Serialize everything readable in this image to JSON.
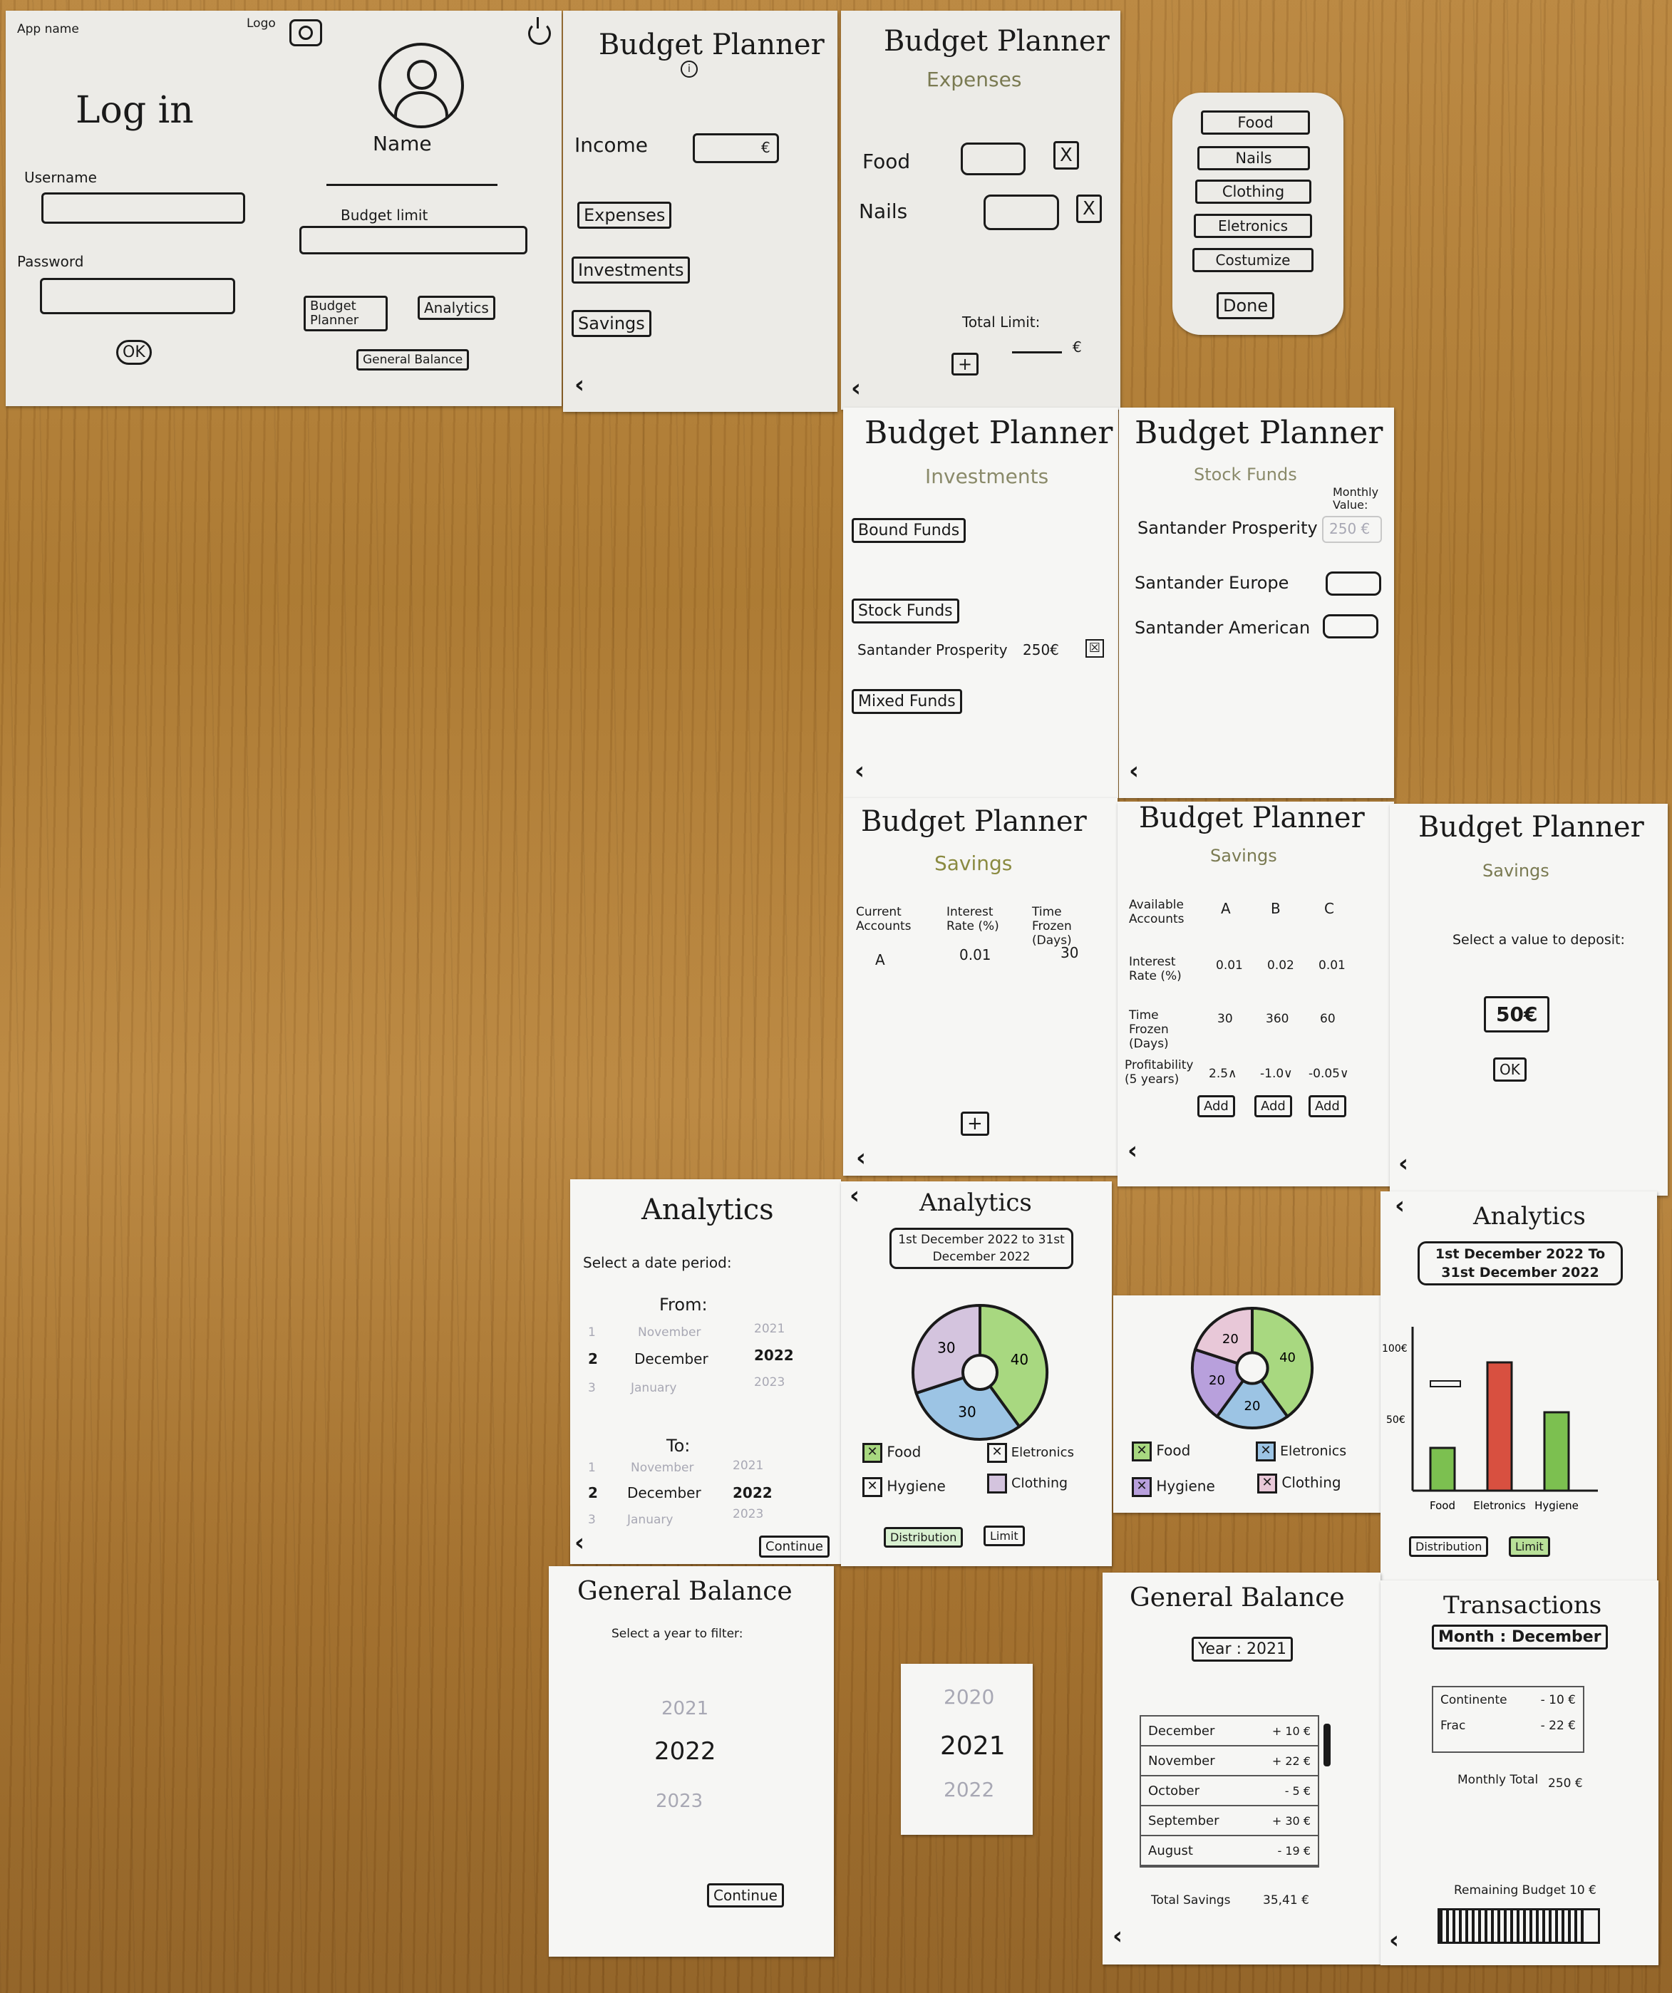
{
  "login": {
    "app_name": "App name",
    "logo": "Logo",
    "title": "Log in",
    "username_label": "Username",
    "password_label": "Password",
    "ok": "OK"
  },
  "profile": {
    "name": "Name",
    "budget_limit": "Budget limit",
    "budget_planner": "Budget Planner",
    "analytics": "Analytics",
    "general_balance": "General Balance"
  },
  "planner": {
    "title": "Budget Planner",
    "income": "Income",
    "currency": "€",
    "expenses": "Expenses",
    "investments": "Investments",
    "savings": "Savings"
  },
  "expenses": {
    "title": "Budget Planner",
    "subtitle": "Expenses",
    "food": "Food",
    "nails": "Nails",
    "x": "X",
    "total_limit": "Total Limit:",
    "euro": "€",
    "plus": "+"
  },
  "category_popup": {
    "items": [
      "Food",
      "Nails",
      "Clothing",
      "Eletronics",
      "Costumize"
    ],
    "done": "Done"
  },
  "investments": {
    "title": "Budget Planner",
    "subtitle": "Investments",
    "bound": "Bound Funds",
    "stock": "Stock Funds",
    "item": "Santander Prosperity",
    "item_value": "250€",
    "mixed": "Mixed Funds"
  },
  "stock": {
    "title": "Budget Planner",
    "subtitle": "Stock Funds",
    "monthly": "Monthly Value:",
    "f1": "Santander Prosperity",
    "f1_value": "250 €",
    "f2": "Santander Europe",
    "f3": "Santander American"
  },
  "savings1": {
    "title": "Budget Planner",
    "subtitle": "Savings",
    "col1": "Current Accounts",
    "col2": "Interest Rate (%)",
    "col3": "Time Frozen (Days)",
    "row": [
      "A",
      "0.01",
      "30"
    ],
    "plus": "+"
  },
  "savings2": {
    "title": "Budget Planner",
    "subtitle": "Savings",
    "avail": "Available Accounts",
    "cols": [
      "A",
      "B",
      "C"
    ],
    "interest": "Interest Rate (%)",
    "interest_vals": [
      "0.01",
      "0.02",
      "0.01"
    ],
    "frozen": "Time Frozen (Days)",
    "frozen_vals": [
      "30",
      "360",
      "60"
    ],
    "profit": "Profitability (5 years)",
    "profit_vals": [
      "2.5∧",
      "-1.0∨",
      "-0.05∨"
    ],
    "add": "Add"
  },
  "savings3": {
    "title": "Budget Planner",
    "subtitle": "Savings",
    "prompt": "Select a value to deposit:",
    "value": "50€",
    "ok": "OK"
  },
  "analytics1": {
    "title": "Analytics",
    "prompt": "Select a date period:",
    "from": "From:",
    "to": "To:",
    "from_rows": [
      [
        "1",
        "November",
        "2021"
      ],
      [
        "2",
        "December",
        "2022"
      ],
      [
        "3",
        "January",
        "2023"
      ]
    ],
    "to_rows": [
      [
        "1",
        "November",
        "2021"
      ],
      [
        "2",
        "December",
        "2022"
      ],
      [
        "3",
        "January",
        "2023"
      ]
    ],
    "continue": "Continue"
  },
  "analytics2": {
    "title": "Analytics",
    "period": "1st December 2022 to 31st December 2022",
    "legend": [
      "Food",
      "Eletronics",
      "Hygiene",
      "Clothing"
    ],
    "distribution": "Distribution",
    "limit": "Limit"
  },
  "analytics3": {
    "legend": [
      "Food",
      "Eletronics",
      "Hygiene",
      "Clothing"
    ]
  },
  "analytics4": {
    "title": "Analytics",
    "period": "1st December 2022 To 31st December 2022",
    "y100": "100€",
    "y50": "50€",
    "distribution": "Distribution",
    "limit": "Limit"
  },
  "balance1": {
    "title": "General Balance",
    "prompt": "Select a year to filter:",
    "years": [
      "2021",
      "2022",
      "2023"
    ],
    "continue": "Continue"
  },
  "year_picker": {
    "years": [
      "2020",
      "2021",
      "2022"
    ]
  },
  "balance2": {
    "title": "General Balance",
    "year": "Year : 2021",
    "rows": [
      [
        "December",
        "+ 10 €"
      ],
      [
        "November",
        "+ 22 €"
      ],
      [
        "October",
        "- 5 €"
      ],
      [
        "September",
        "+ 30 €"
      ],
      [
        "August",
        "- 19 €"
      ]
    ],
    "total_label": "Total Savings",
    "total": "35,41 €"
  },
  "transactions": {
    "title": "Transactions",
    "month": "Month : December",
    "rows": [
      [
        "Continente",
        "- 10 €"
      ],
      [
        "Frac",
        "- 22 €"
      ]
    ],
    "monthly_label": "Monthly Total",
    "monthly": "250 €",
    "remaining_label": "Remaining Budget",
    "remaining": "10 €"
  },
  "chart_data": [
    {
      "type": "pie",
      "categories": [
        "Food",
        "Eletronics",
        "Hygiene",
        "Clothing"
      ],
      "values": [
        40,
        0,
        30,
        30
      ],
      "colors": {
        "Food": "#a8d880",
        "Hygiene": "#9cc4e4",
        "Clothing": "#d4c4de"
      }
    },
    {
      "type": "pie",
      "categories": [
        "Food",
        "Eletronics",
        "Hygiene",
        "Clothing"
      ],
      "values": [
        40,
        20,
        20,
        20
      ],
      "colors": {
        "Food": "#a8d880",
        "Eletronics": "#9cc4e4",
        "Hygiene": "#b8a0dc",
        "Clothing": "#e8c8d8"
      }
    },
    {
      "type": "bar",
      "categories": [
        "Food",
        "Eletronics",
        "Hygiene"
      ],
      "series": [
        {
          "values": [
            30,
            90,
            55
          ]
        }
      ],
      "limit": 75,
      "ylim": [
        0,
        115
      ],
      "colors": {
        "Food": "#7cc050",
        "Eletronics": "#d85040",
        "Hygiene": "#7cc050"
      }
    }
  ]
}
